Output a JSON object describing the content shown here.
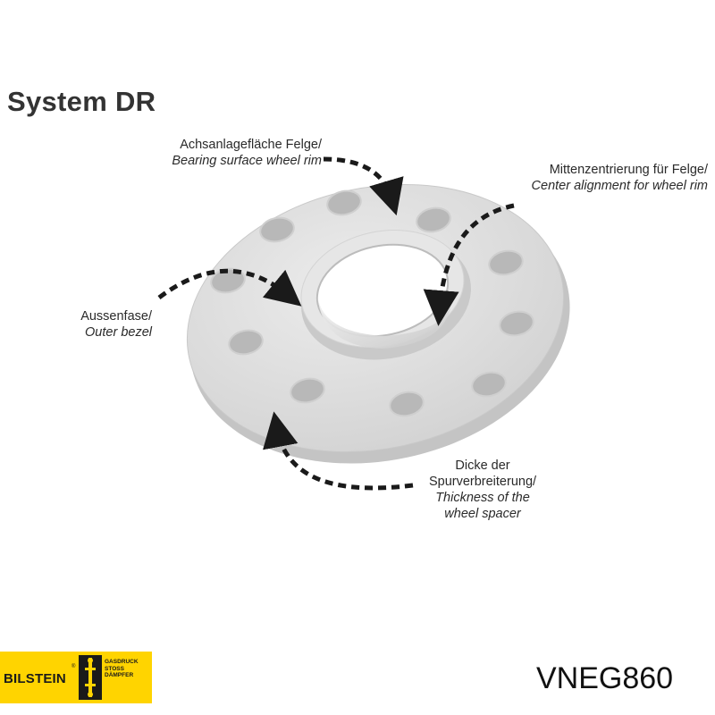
{
  "title": "System DR",
  "callouts": [
    {
      "de": "Achsanlagefläche Felge/",
      "en": "Bearing surface wheel rim"
    },
    {
      "de": "Mittenzentrierung für Felge/",
      "en": "Center alignment for wheel rim"
    },
    {
      "de": "Aussenfase/",
      "en": "Outer bezel"
    },
    {
      "de": "Dicke der",
      "de2": "Spurverbreiterung/",
      "en": "Thickness of the",
      "en2": "wheel spacer"
    }
  ],
  "logo": {
    "name": "BILSTEIN",
    "lines": [
      "GASDRUCK",
      "STOSS",
      "DÄMPFER"
    ],
    "color": "#ffd400"
  },
  "part_number": "VNEG860",
  "colors": {
    "spacer_face": "#dedede",
    "spacer_edge": "#bdbdbd",
    "arrow": "#1a1a1a"
  }
}
